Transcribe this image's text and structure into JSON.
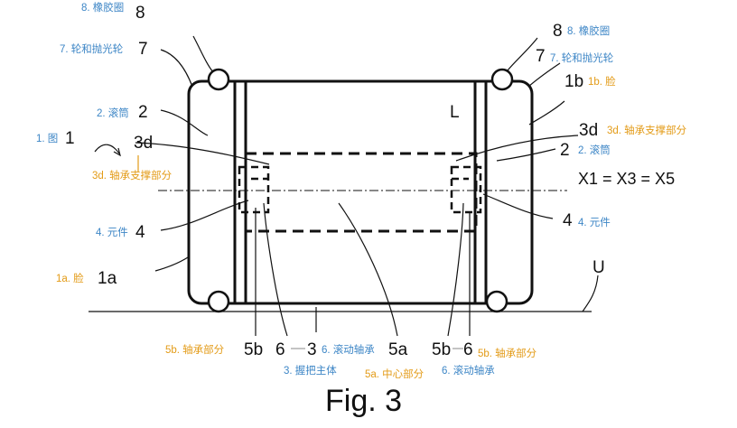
{
  "figure": {
    "caption": "Fig. 3",
    "equation": "X1 = X3 = X5"
  },
  "refs": {
    "r8_left": "8",
    "r8_right": "8",
    "r7_left": "7",
    "r7_right": "7",
    "r2_left": "2",
    "r2_right": "2",
    "r1": "1",
    "r3d_left": "3d",
    "r3d_right": "3d",
    "r4_left": "4",
    "r4_right": "4",
    "r1a": "1a",
    "r1b": "1b",
    "rL": "L",
    "rU": "U",
    "r5b_left": "5b",
    "r6_left": "6",
    "r3": "3",
    "r5a": "5a",
    "r5b_right": "5b",
    "r6_right": "6"
  },
  "annotations": {
    "a8_left": "8. 橡胶圈",
    "a8_right": "8. 橡胶圈",
    "a7_left": "7. 轮和抛光轮",
    "a7_right": "7. 轮和抛光轮",
    "a2_left": "2. 滚筒",
    "a2_right": "2. 滚筒",
    "a1": "1. 图",
    "a1b": "1b. 脸",
    "a1a": "1a. 脸",
    "a3d_left": "3d. 轴承支撑部分",
    "a3d_right": "3d. 轴承支撑部分",
    "a4_left": "4. 元件",
    "a4_right": "4. 元件",
    "a5b_left": "5b. 轴承部分",
    "a6_left": "6. 滚动轴承",
    "a3": "3. 握把主体",
    "a5a": "5a. 中心部分",
    "a5b_right": "5b. 轴承部分",
    "a6_right": "6. 滚动轴承"
  },
  "colors": {
    "annotation_blue": "#3d86c6",
    "annotation_orange": "#e39b17",
    "line": "#111111"
  }
}
